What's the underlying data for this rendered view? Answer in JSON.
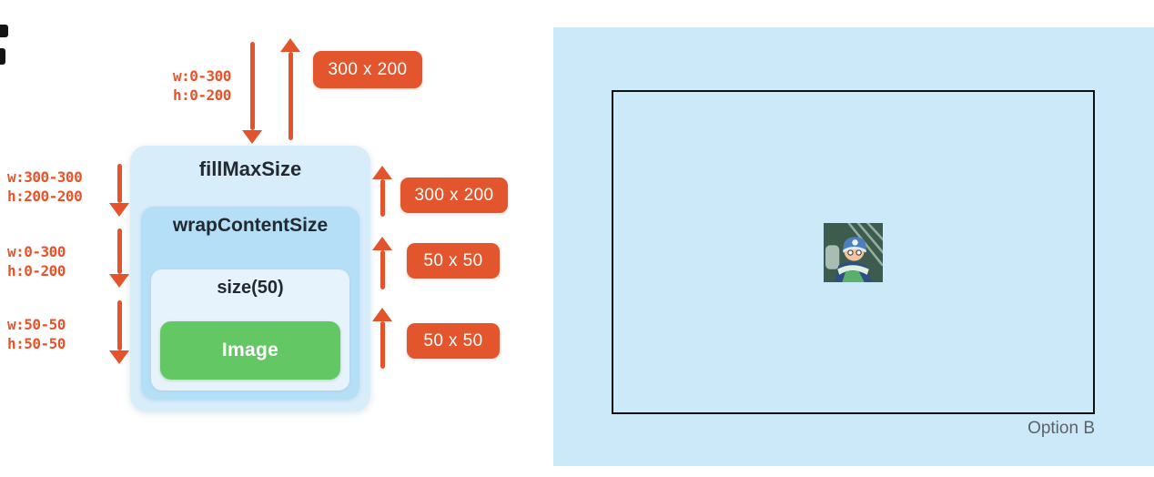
{
  "diagram": {
    "incoming_constraint": {
      "w": "w:0-300",
      "h": "h:0-200"
    },
    "incoming_badge": "300 x 200",
    "boxes": {
      "fillMaxSize": "fillMaxSize",
      "wrapContentSize": "wrapContentSize",
      "size50": "size(50)",
      "image": "Image"
    },
    "left_constraints": [
      {
        "w": "w:300-300",
        "h": "h:200-200"
      },
      {
        "w": "w:0-300",
        "h": "h:0-200"
      },
      {
        "w": "w:50-50",
        "h": "h:50-50"
      }
    ],
    "size_badges": [
      "300 x 200",
      "50 x 50",
      "50 x 50"
    ]
  },
  "preview": {
    "caption": "Option B",
    "image_icon": "boy-with-blue-cap-illustration"
  },
  "colors": {
    "orange_badge": "#E2552D",
    "orange_text": "#E8532A",
    "outer_box_blue": "#D8EDFA",
    "inner_box_blue": "#B5DFF6",
    "size_box_blue": "#E6F3FC",
    "image_green": "#63C863",
    "canvas_blue": "#CBE9F8",
    "border_black": "#101010",
    "caption_gray": "#5E6266"
  }
}
